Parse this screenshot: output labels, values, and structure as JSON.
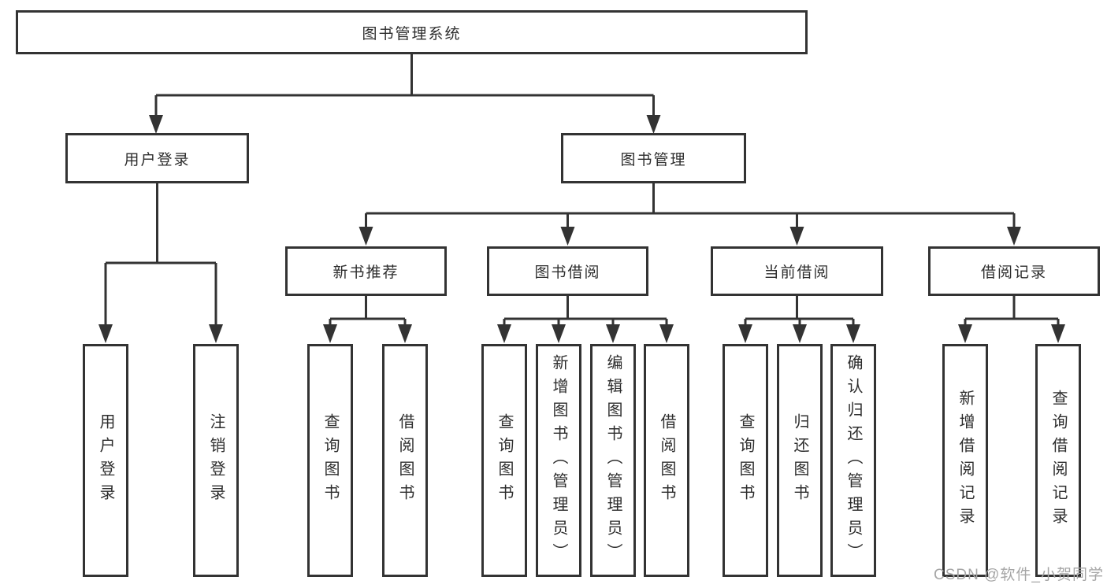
{
  "tree": {
    "root": "图书管理系统",
    "branches": [
      {
        "label": "用户登录",
        "children": [
          "用户登录",
          "注销登录"
        ]
      },
      {
        "label": "图书管理",
        "sections": [
          {
            "label": "新书推荐",
            "children": [
              "查询图书",
              "借阅图书"
            ]
          },
          {
            "label": "图书借阅",
            "children": [
              "查询图书",
              "新增图书（管理员）",
              "编辑图书（管理员）",
              "借阅图书"
            ]
          },
          {
            "label": "当前借阅",
            "children": [
              "查询图书",
              "归还图书",
              "确认归还（管理员）"
            ]
          },
          {
            "label": "借阅记录",
            "children": [
              "新增借阅记录",
              "查询借阅记录"
            ]
          }
        ]
      }
    ]
  },
  "watermark": {
    "text": "CSDN @软件_小贺同学"
  },
  "colors": {
    "line": "#333333",
    "box_border": "#333333",
    "text": "#2d2d2d",
    "watermark": "#a6a6a6",
    "background": "#ffffff"
  }
}
